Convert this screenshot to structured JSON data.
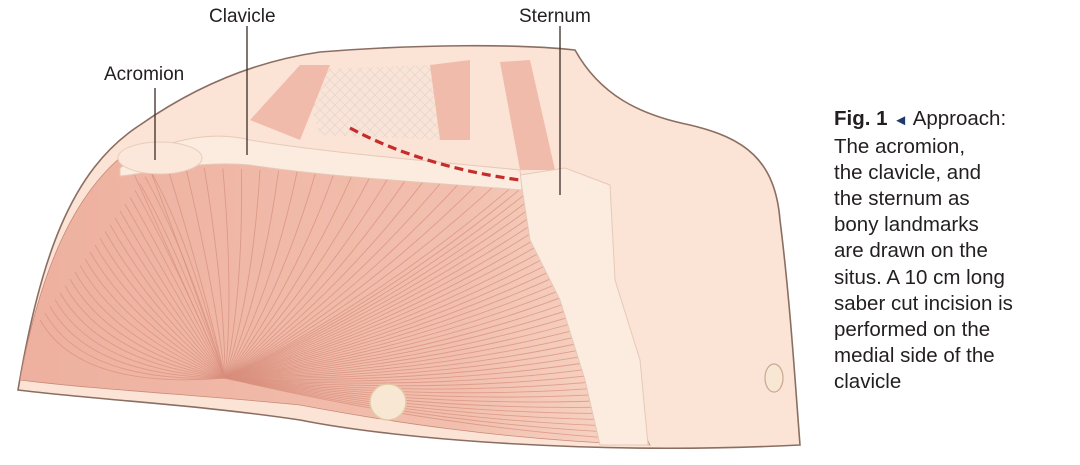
{
  "labels": {
    "clavicle": "Clavicle",
    "sternum": "Sternum",
    "acromion": "Acromion"
  },
  "caption": {
    "fig_label": "Fig. 1",
    "arrow": "◄",
    "lines": [
      "Approach:",
      "The acromion,",
      "the clavicle, and",
      "the sternum as",
      "bony landmarks",
      "are drawn on the",
      "situs. A 10 cm long",
      "saber cut incision is",
      "performed on the",
      "medial side of the",
      "clavicle"
    ]
  },
  "colors": {
    "skin": "#fbe3d5",
    "muscle": "#ecad9c",
    "bone": "#fcecdf",
    "incision": "#c62c2c",
    "arrow": "#1d3b6c"
  }
}
